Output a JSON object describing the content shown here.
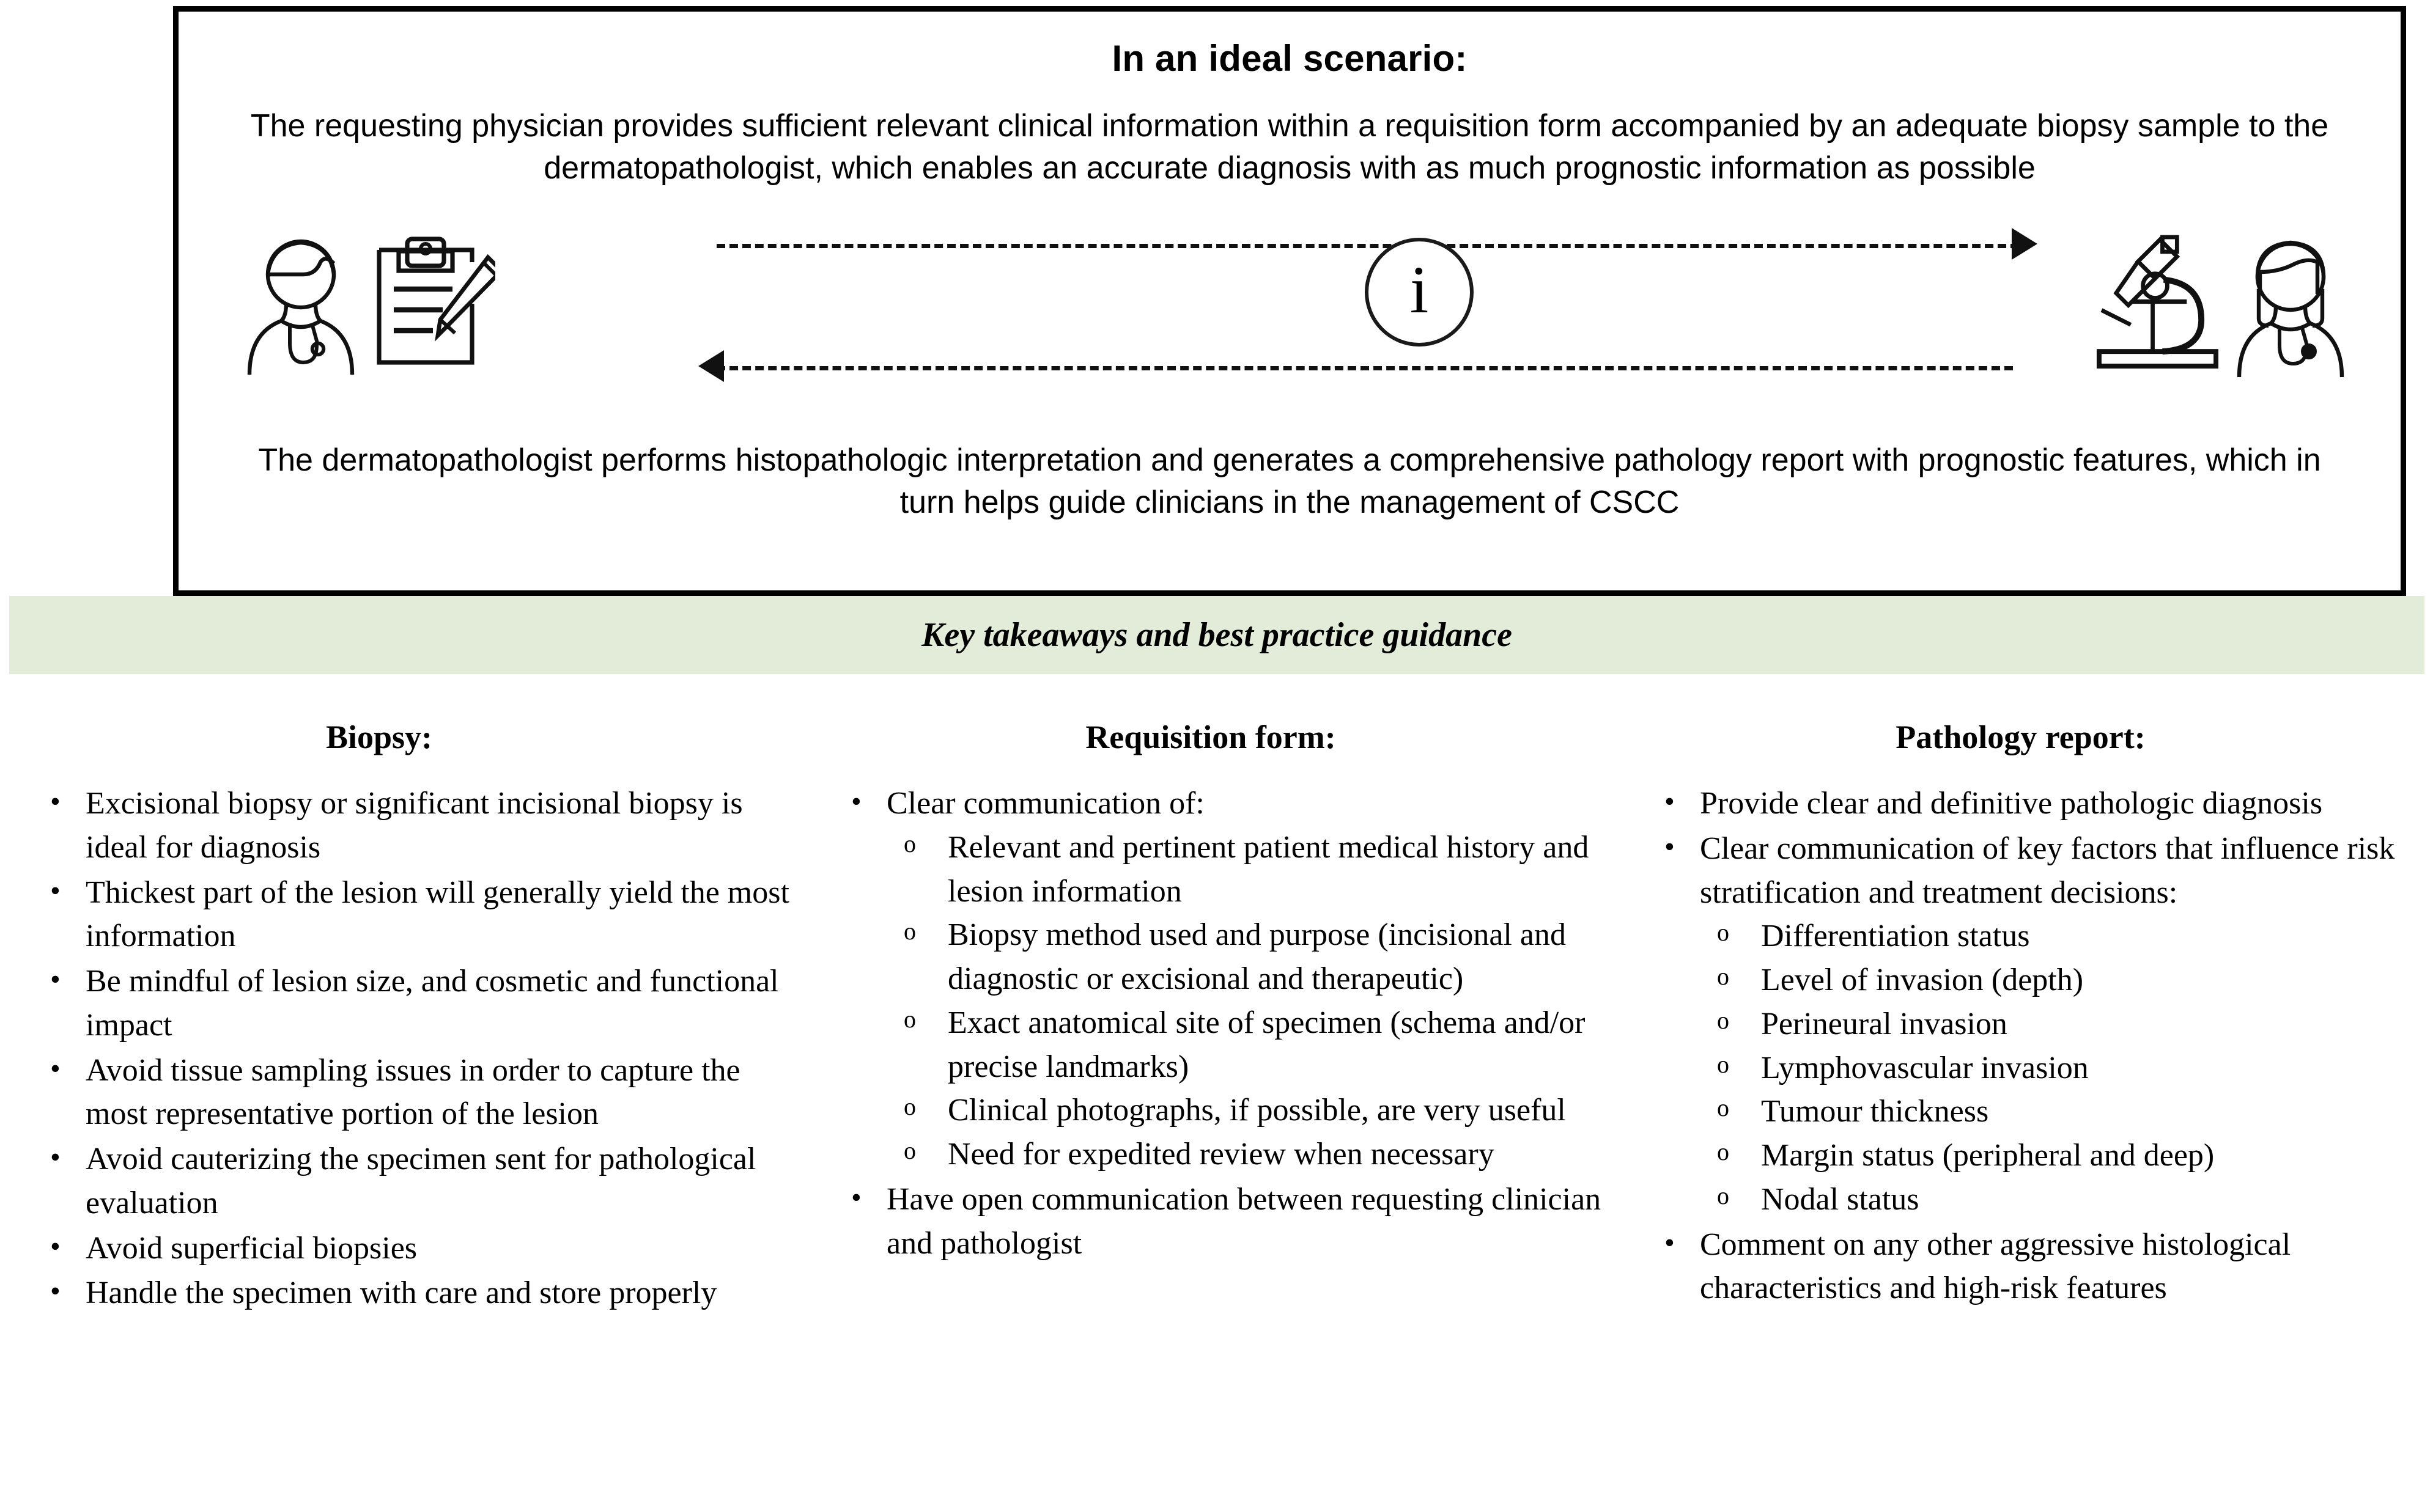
{
  "ideal_panel": {
    "title": "In an ideal scenario:",
    "paragraph_top": "The requesting physician provides sufficient relevant clinical information within a requisition form accompanied by an adequate biopsy sample to the dermatopathologist, which enables an accurate diagnosis with as much prognostic information as possible",
    "paragraph_bottom": "The dermatopathologist performs histopathologic interpretation and generates a comprehensive pathology report with prognostic features, which in turn helps guide clinicians in the management of CSCC",
    "info_glyph": "i",
    "left_actor": "physician-with-clipboard",
    "right_actor": "dermatopathologist-with-microscope",
    "arrow_forward": "physician-to-dermatopathologist",
    "arrow_backward": "dermatopathologist-to-physician"
  },
  "banner": {
    "text": "Key takeaways and best practice guidance",
    "background_color": "#e2ecd9"
  },
  "columns": [
    {
      "heading": "Biopsy:",
      "items": [
        {
          "text": "Excisional biopsy or significant incisional biopsy is ideal for diagnosis",
          "sub": []
        },
        {
          "text": "Thickest part of the lesion will generally yield the most information",
          "sub": []
        },
        {
          "text": "Be mindful of lesion size, and cosmetic and functional impact",
          "sub": []
        },
        {
          "text": "Avoid tissue sampling issues in order to capture the most representative portion of the lesion",
          "sub": []
        },
        {
          "text": "Avoid cauterizing the specimen sent for pathological evaluation",
          "sub": []
        },
        {
          "text": "Avoid superficial biopsies",
          "sub": []
        },
        {
          "text": "Handle the specimen with care and store properly",
          "sub": []
        }
      ]
    },
    {
      "heading": "Requisition form:",
      "items": [
        {
          "text": "Clear communication of:",
          "sub": [
            "Relevant and pertinent patient medical history and lesion information",
            "Biopsy method used and purpose (incisional and diagnostic or excisional and therapeutic)",
            "Exact anatomical site of specimen (schema and/or precise landmarks)",
            "Clinical photographs, if possible, are very useful",
            "Need for expedited review when necessary"
          ]
        },
        {
          "text": "Have open communication between requesting clinician and pathologist",
          "sub": []
        }
      ]
    },
    {
      "heading": "Pathology report:",
      "items": [
        {
          "text": "Provide clear and definitive pathologic diagnosis",
          "sub": []
        },
        {
          "text": "Clear communication of key factors that influence risk stratification and treatment decisions:",
          "sub": [
            "Differentiation status",
            "Level of invasion (depth)",
            "Perineural invasion",
            "Lymphovascular invasion",
            "Tumour thickness",
            "Margin status (peripheral and deep)",
            "Nodal status"
          ]
        },
        {
          "text": "Comment on any other aggressive histological characteristics and high-risk features",
          "sub": []
        }
      ]
    }
  ]
}
